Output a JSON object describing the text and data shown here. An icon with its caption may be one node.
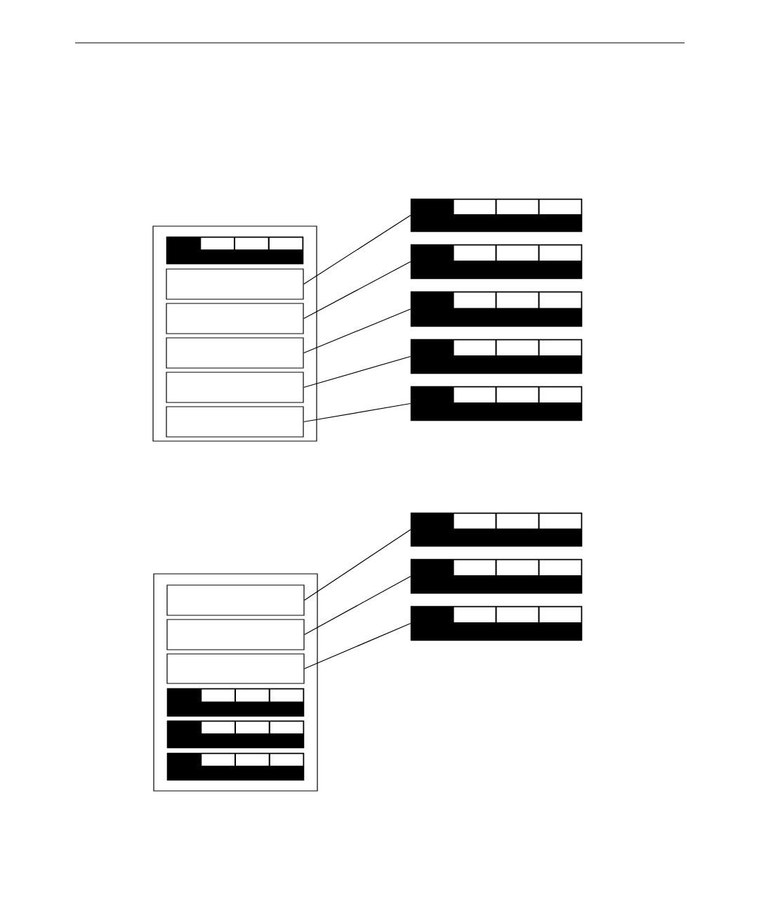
{
  "diagram": {
    "nodes": [
      {
        "text": [],
        "shape": "box"
      },
      {
        "text": [],
        "shape": "bar",
        "in": 0
      },
      {
        "text": [],
        "shape": "box",
        "in": 0
      },
      {
        "text": [],
        "shape": "box",
        "in": 0
      },
      {
        "text": [],
        "shape": "box",
        "in": 0
      },
      {
        "text": [],
        "shape": "box",
        "in": 0
      },
      {
        "text": [],
        "shape": "box",
        "in": 0
      },
      {
        "text": [],
        "shape": "bar"
      },
      {
        "text": [],
        "shape": "bar"
      },
      {
        "text": [],
        "shape": "bar"
      },
      {
        "text": [],
        "shape": "bar"
      },
      {
        "text": [],
        "shape": "bar"
      },
      {
        "text": [],
        "shape": "box"
      },
      {
        "text": [],
        "shape": "box",
        "in": 12
      },
      {
        "text": [],
        "shape": "box",
        "in": 12
      },
      {
        "text": [],
        "shape": "box",
        "in": 12
      },
      {
        "text": [],
        "shape": "bar",
        "in": 12
      },
      {
        "text": [],
        "shape": "bar",
        "in": 12
      },
      {
        "text": [],
        "shape": "bar",
        "in": 12
      },
      {
        "text": [],
        "shape": "bar"
      },
      {
        "text": [],
        "shape": "bar"
      },
      {
        "text": [],
        "shape": "bar"
      }
    ],
    "edges": [
      {
        "from": 2,
        "to": 7,
        "arrow": "none"
      },
      {
        "from": 3,
        "to": 8,
        "arrow": "none"
      },
      {
        "from": 4,
        "to": 9,
        "arrow": "none"
      },
      {
        "from": 5,
        "to": 10,
        "arrow": "none"
      },
      {
        "from": 6,
        "to": 11,
        "arrow": "none"
      },
      {
        "from": 13,
        "to": 19,
        "arrow": "none"
      },
      {
        "from": 14,
        "to": 20,
        "arrow": "none"
      },
      {
        "from": 15,
        "to": 21,
        "arrow": "none"
      }
    ]
  }
}
